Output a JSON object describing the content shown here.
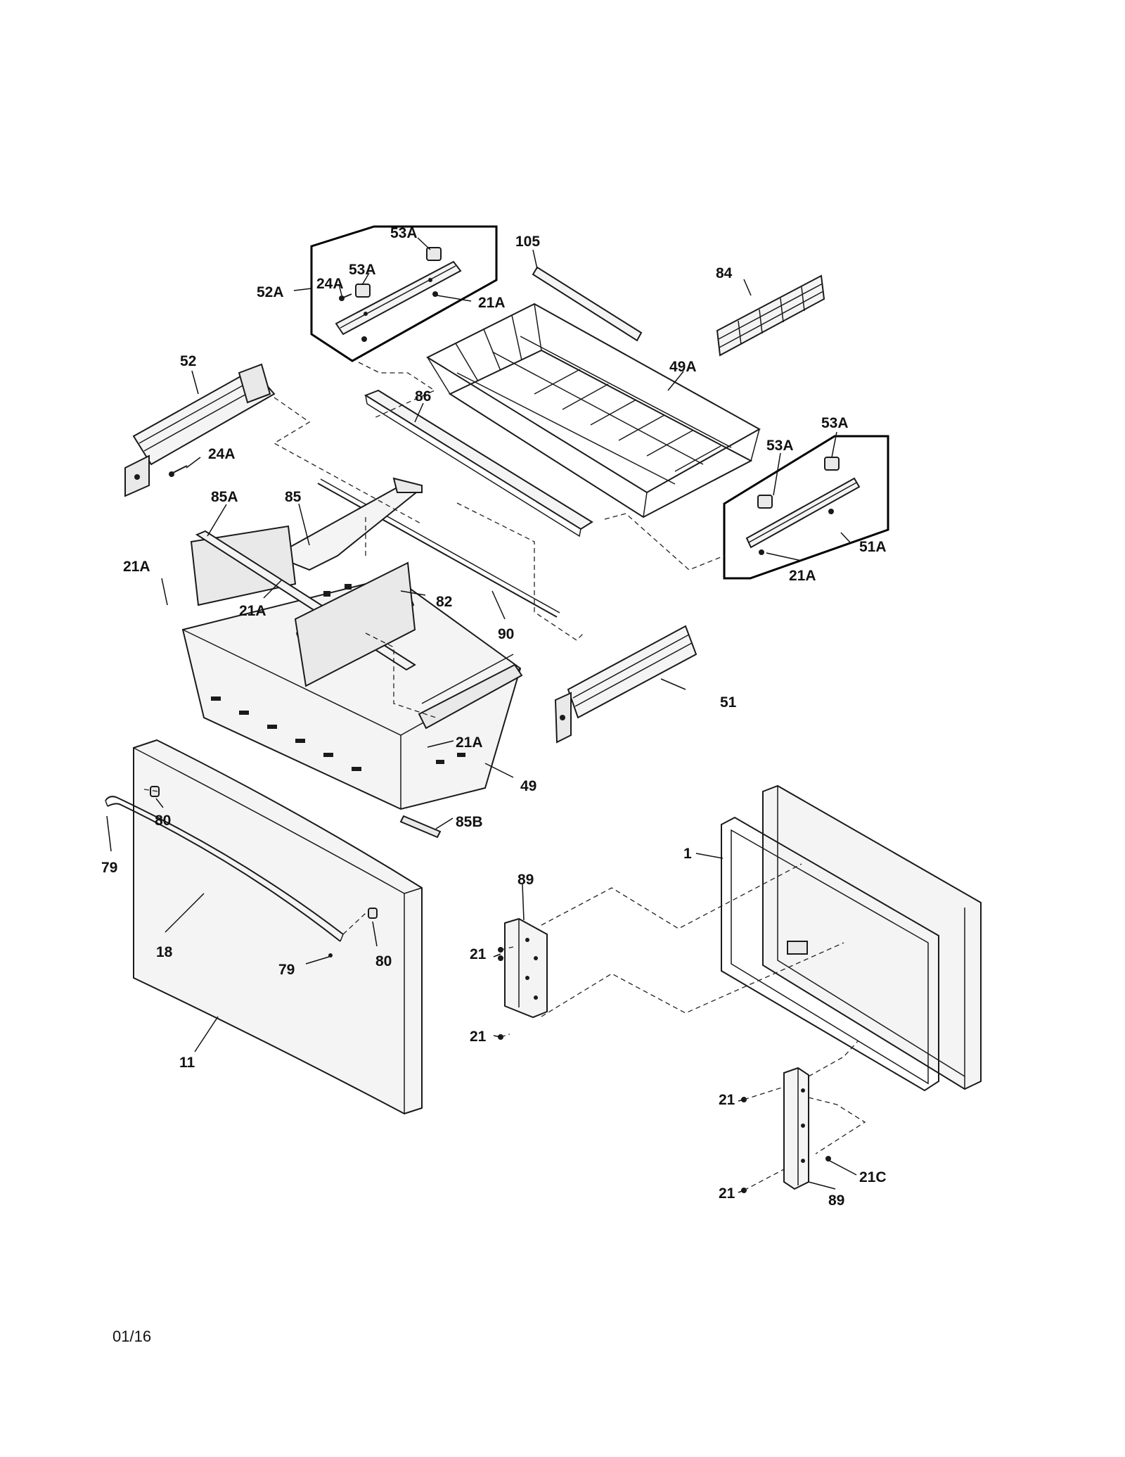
{
  "footer": {
    "date_code": "01/16"
  },
  "callouts": {
    "c53a_top": "53A",
    "c53a_top2": "53A",
    "c24a_top": "24A",
    "c52a": "52A",
    "c21a_top": "21A",
    "c105": "105",
    "c84": "84",
    "c49a": "49A",
    "c86": "86",
    "c52": "52",
    "c24a": "24A",
    "c53a_right": "53A",
    "c53a_right2": "53A",
    "c51a": "51A",
    "c21a_right": "21A",
    "c85a": "85A",
    "c85": "85",
    "c21a_left": "21A",
    "c21a_mid": "21A",
    "c82": "82",
    "c90": "90",
    "c51": "51",
    "c21a_low": "21A",
    "c49": "49",
    "c85b": "85B",
    "c80_top": "80",
    "c79_left": "79",
    "c18": "18",
    "c79_bottom": "79",
    "c80_bottom": "80",
    "c11": "11",
    "c89_top": "89",
    "c21_a": "21",
    "c21_b": "21",
    "c1": "1",
    "c21_c": "21",
    "c21_d": "21",
    "c21c": "21C",
    "c89_bottom": "89"
  }
}
